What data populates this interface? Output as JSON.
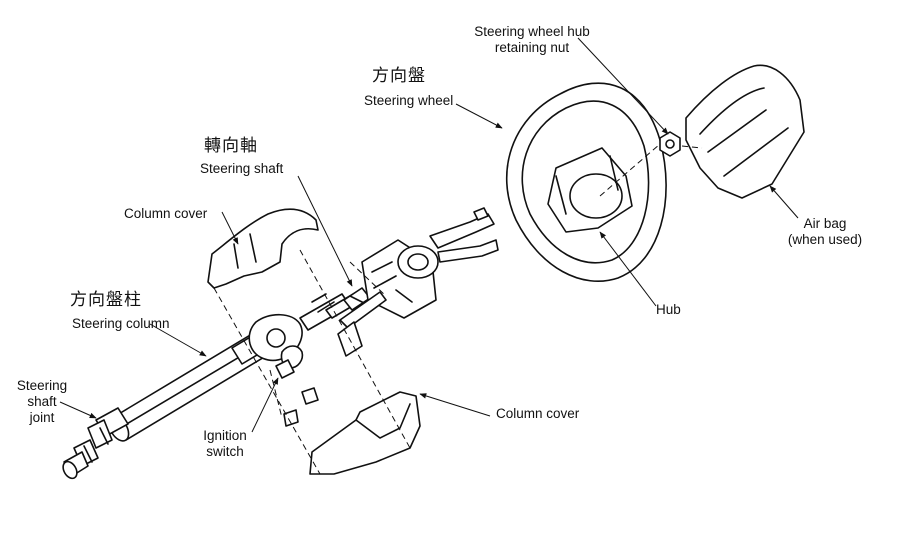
{
  "labels": {
    "hub_nut_line1": "Steering wheel hub",
    "hub_nut_line2": "retaining nut",
    "wheel_zh": "方向盤",
    "wheel_en": "Steering wheel",
    "shaft_zh": "轉向軸",
    "shaft_en": "Steering shaft",
    "column_cover_top": "Column cover",
    "column_zh": "方向盤柱",
    "column_en": "Steering column",
    "joint_line1": "Steering",
    "joint_line2": "shaft",
    "joint_line3": "joint",
    "ignition_line1": "Ignition",
    "ignition_line2": "switch",
    "column_cover_bottom": "Column cover",
    "hub": "Hub",
    "airbag_line1": "Air bag",
    "airbag_line2": "(when used)"
  }
}
